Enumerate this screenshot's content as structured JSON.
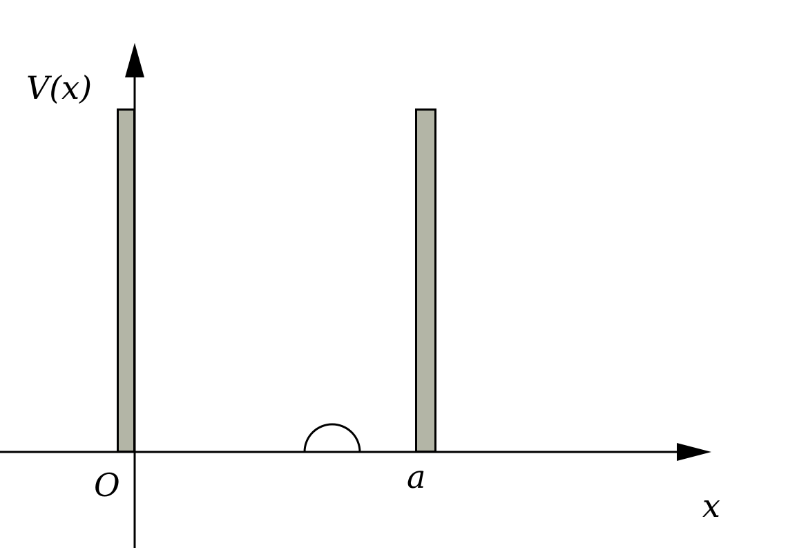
{
  "labels": {
    "y_axis": "V(x)",
    "x_axis": "x",
    "origin": "O",
    "position_a": "a"
  },
  "colors": {
    "barrier_fill": "#b3b5a6",
    "stroke": "#000000",
    "background": "#ffffff"
  }
}
